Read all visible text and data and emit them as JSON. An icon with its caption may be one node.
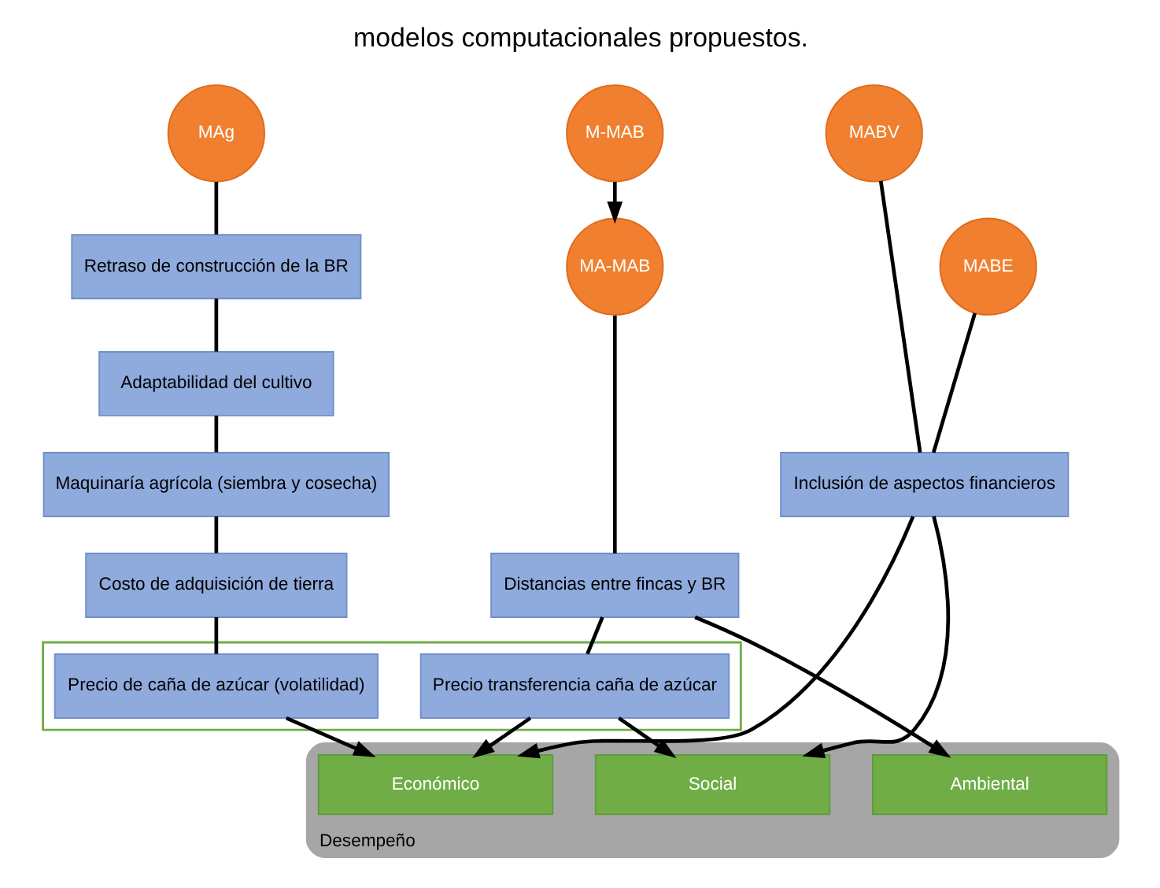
{
  "diagram": {
    "title": "modelos computacionales propuestos.",
    "nodes": [
      {
        "text": [
          "MAg"
        ]
      },
      {
        "text": [
          "MABV"
        ]
      },
      {
        "text": [
          "M-MAB"
        ]
      },
      {
        "text": [
          "Retraso de construcción de la BR"
        ]
      },
      {
        "text": [
          "MABE"
        ]
      },
      {
        "text": [
          "MA-MAB"
        ]
      },
      {
        "text": [
          "Adaptabilidad del cultivo"
        ]
      },
      {
        "text": [
          "Maquinaría agrícola (siembra y cosecha)"
        ]
      },
      {
        "text": [
          "Inclusión de aspectos financieros"
        ]
      },
      {
        "text": [
          "Costo de adquisición de tierra"
        ]
      },
      {
        "text": [
          "Distancias entre fincas y BR"
        ]
      },
      {
        "text": [],
        "shape": "box"
      },
      {
        "text": [
          "Precio de caña de azúcar (volatilidad)"
        ],
        "in": 11
      },
      {
        "text": [
          "Precio transferencia caña de azúcar"
        ],
        "in": 11
      },
      {
        "text": [
          "Desempeño"
        ]
      },
      {
        "text": [
          "Económico"
        ],
        "in": 14
      },
      {
        "text": [
          "Social"
        ],
        "in": 14
      },
      {
        "text": [
          "Ambiental"
        ],
        "in": 14
      }
    ],
    "edges": [
      {
        "from": 0,
        "to": 3,
        "arrow": "none"
      },
      {
        "from": 3,
        "to": 6,
        "arrow": "none"
      },
      {
        "from": 6,
        "to": 7,
        "arrow": "none"
      },
      {
        "from": 7,
        "to": 9,
        "arrow": "none"
      },
      {
        "from": 9,
        "to": 12,
        "arrow": "none"
      },
      {
        "from": 12,
        "to": 15,
        "arrow": "to"
      },
      {
        "from": 1,
        "to": 8,
        "arrow": "none"
      },
      {
        "from": 4,
        "to": 8,
        "arrow": "none"
      },
      {
        "from": 8,
        "to": 15,
        "arrow": "to"
      },
      {
        "from": 8,
        "to": 16,
        "arrow": "to"
      },
      {
        "from": 2,
        "to": 5,
        "arrow": "to"
      },
      {
        "from": 5,
        "to": 10,
        "arrow": "none"
      },
      {
        "from": 10,
        "to": 13,
        "arrow": "none"
      },
      {
        "from": 13,
        "to": 15,
        "arrow": "to"
      },
      {
        "from": 13,
        "to": 16,
        "arrow": "to"
      },
      {
        "from": 10,
        "to": 17,
        "arrow": "to"
      }
    ]
  }
}
